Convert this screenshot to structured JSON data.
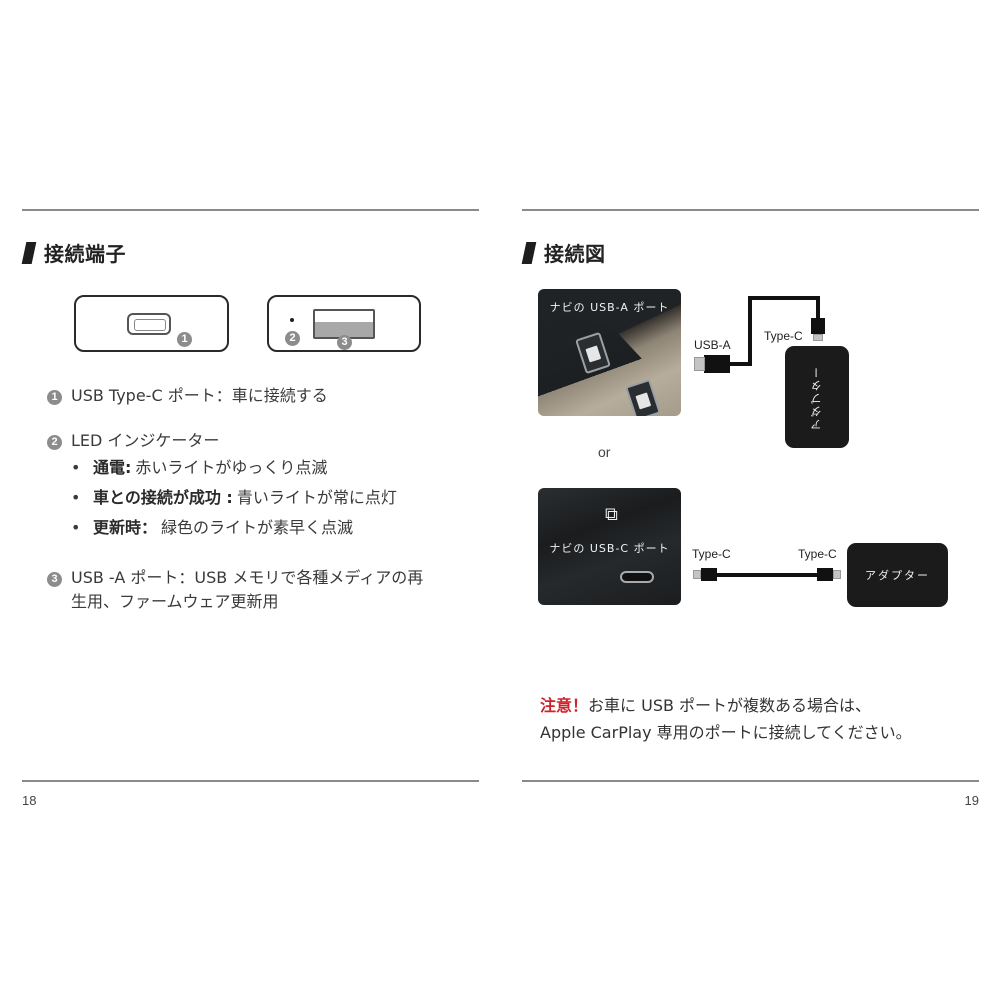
{
  "left_page": {
    "page_number": "18",
    "section_title": "接続端子",
    "device_badges": [
      "1",
      "2",
      "3"
    ],
    "items": [
      {
        "num": "1",
        "text": "USB Type-C ポート：車に接続する"
      },
      {
        "num": "2",
        "text": "LED インジケーター"
      },
      {
        "num": "3",
        "text_line1": "USB -A ポート：USB メモリで各種メディアの再",
        "text_line2": "生用、ファームウェア更新用"
      }
    ],
    "led_states": [
      {
        "bullet": "•",
        "label": "通電:",
        "text": "赤いライトがゆっくり点滅"
      },
      {
        "bullet": "•",
        "label": "車との接続が成功 :",
        "text": "青いライトが常に点灯"
      },
      {
        "bullet": "•",
        "label": "更新時：",
        "text": "緑色のライトが素早く点滅"
      }
    ]
  },
  "right_page": {
    "page_number": "19",
    "section_title": "接続図",
    "diagram_a": {
      "photo_label": "ナビの USB-A ポート",
      "plug_left_label": "USB-A",
      "plug_right_label": "Type-C",
      "adapter_label": "アダプター"
    },
    "separator": "or",
    "diagram_c": {
      "photo_label": "ナビの USB-C ポート",
      "plug_left_label": "Type-C",
      "plug_right_label": "Type-C",
      "adapter_label": "アダプター"
    },
    "note": {
      "warning": "注意！",
      "line1": "お車に USB ポートが複数ある場合は、",
      "line2": "Apple CarPlay 専用のポートに接続してください。"
    }
  },
  "colors": {
    "warning": "#d0222a",
    "rule": "#8a8a8a",
    "badge": "#8c8c8c",
    "adapter": "#1b1b1b"
  }
}
